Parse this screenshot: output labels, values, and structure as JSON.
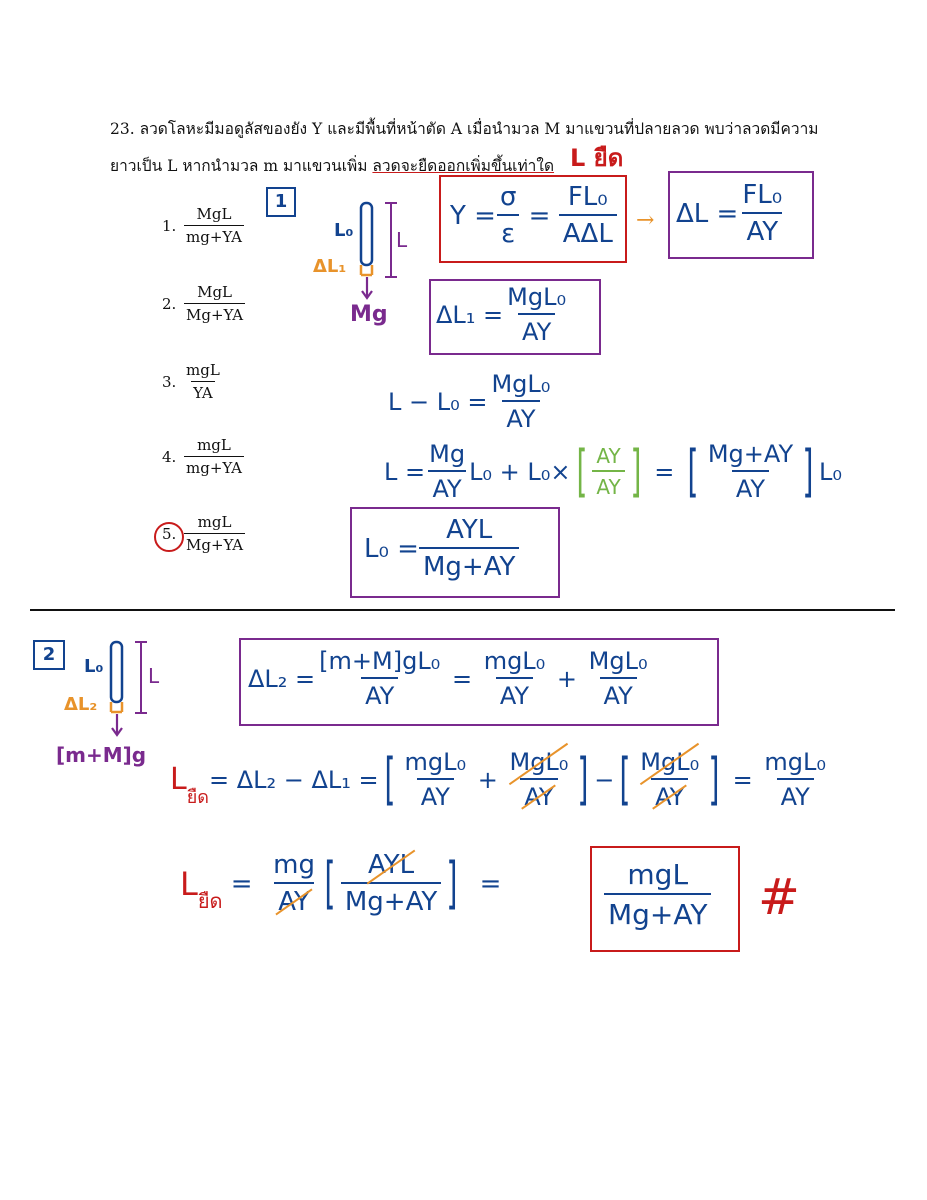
{
  "question": {
    "line1": "23.  ลวดโลหะมีมอดูลัสของยัง Y และมีพื้นที่หน้าตัด A เมื่อนำมวล M มาแขวนที่ปลายลวด พบว่าลวดมีความ",
    "line2_a": "ยาวเป็น L หากนำมวล m มาแขวนเพิ่ม ",
    "line2_b": "ลวดจะยืดออกเพิ่มขึ้นเท่าใด",
    "annotation": "L ยืด"
  },
  "choices": [
    {
      "num": "1.",
      "top": "MgL",
      "bottom": "mg+YA"
    },
    {
      "num": "2.",
      "top": "MgL",
      "bottom": "Mg+YA"
    },
    {
      "num": "3.",
      "top": "mgL",
      "bottom": "YA"
    },
    {
      "num": "4.",
      "top": "mgL",
      "bottom": "mg+YA"
    },
    {
      "num": "5.",
      "top": "mgL",
      "bottom": "Mg+YA",
      "selected": true
    }
  ],
  "step1": {
    "badge": "1",
    "diagram": {
      "L0": "L₀",
      "L": "L",
      "dL1": "ΔL₁",
      "force": "Mg"
    },
    "young_lhs": "Y = ",
    "young_stress": "σ",
    "young_strain": "ε",
    "young_top": "FL₀",
    "young_bot": "AΔL",
    "dL_lhs": "ΔL = ",
    "dL_top": "FL₀",
    "dL_bot": "AY",
    "dL1_lhs": "ΔL₁ = ",
    "dL1_top": "MgL₀",
    "dL1_bot": "AY",
    "eq3_lhs": "L − L₀ = ",
    "eq3_top": "MgL₀",
    "eq3_bot": "AY",
    "eq4_lhs": "L = ",
    "eq4_top": "Mg",
    "eq4_bot": "AY",
    "eq4_mid": "L₀ + L₀×",
    "eq4_ay": "AY",
    "eq4_rtop": "Mg+AY",
    "eq4_rbot": "AY",
    "eq4_tail": "L₀",
    "eq5_lhs": "L₀ = ",
    "eq5_top": "AYL",
    "eq5_bot": "Mg+AY"
  },
  "step2": {
    "badge": "2",
    "diagram": {
      "L0": "L₀",
      "L": "L",
      "dL2": "ΔL₂",
      "force": "[m+M]g"
    },
    "dL2_lhs": "ΔL₂ = ",
    "dL2_t1": "[m+M]gL₀",
    "dL2_b1": "AY",
    "dL2_t2": "mgL₀",
    "dL2_b2": "AY",
    "dL2_t3": "MgL₀",
    "dL2_b3": "AY",
    "ext_lhs": "L",
    "ext_sub": "ยืด",
    "ext_eq": " = ΔL₂ − ΔL₁ = ",
    "ext_t1": "mgL₀",
    "ext_b1": "AY",
    "ext_t2": "MgL₀",
    "ext_b2": "AY",
    "ext_t3": "MgL₀",
    "ext_b3": "AY",
    "ext_rt": "mgL₀",
    "ext_rb": "AY",
    "fin_lhs": "L",
    "fin_sub": "ยืด",
    "fin_t1": "mg",
    "fin_b1": "AY",
    "fin_t2": "AYL",
    "fin_b2": "Mg+AY",
    "ans_top": "mgL",
    "ans_bot": "Mg+AY",
    "mark": "#"
  },
  "colors": {
    "blue": "#12438f",
    "red": "#c81b1b",
    "purple": "#7a2a8e",
    "orange": "#e8932b",
    "green": "#74b547"
  }
}
